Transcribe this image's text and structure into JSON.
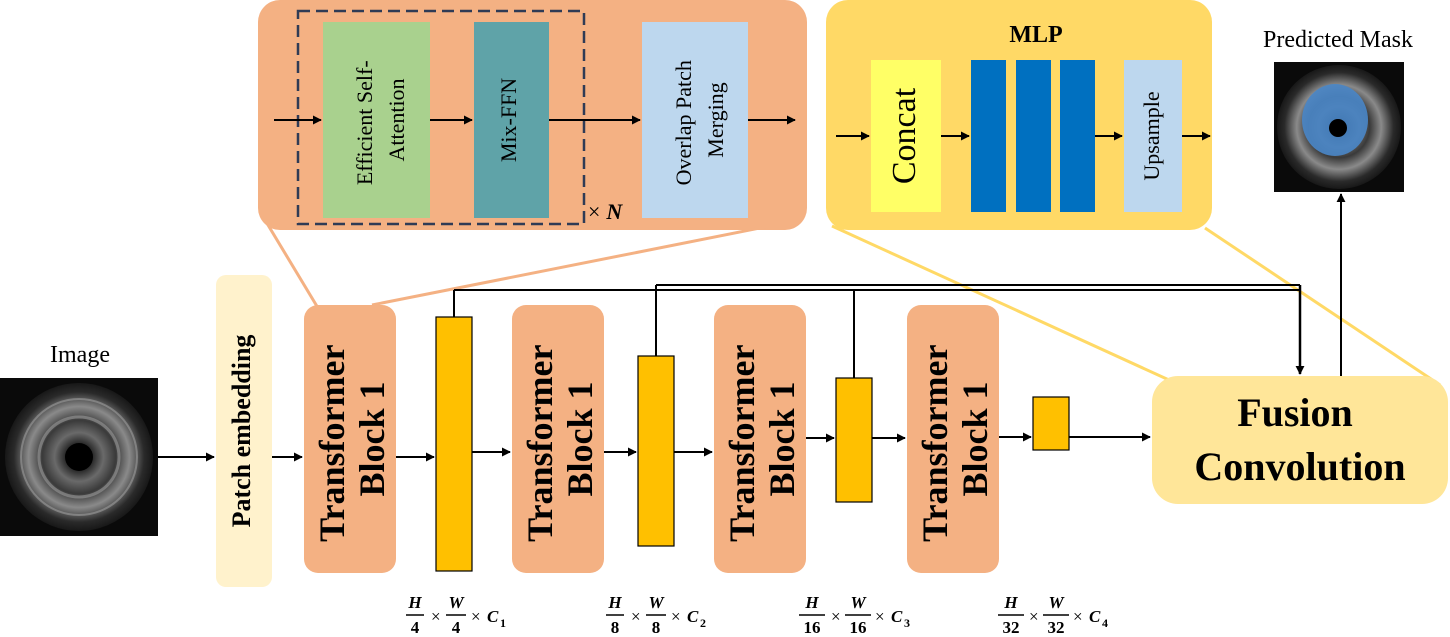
{
  "input": {
    "label": "Image"
  },
  "output": {
    "label": "Predicted Mask"
  },
  "patch_embedding": {
    "label": "Patch embedding"
  },
  "transformer_blocks": [
    {
      "line1": "Transformer",
      "line2": "Block 1"
    },
    {
      "line1": "Transformer",
      "line2": "Block 1"
    },
    {
      "line1": "Transformer",
      "line2": "Block 1"
    },
    {
      "line1": "Transformer",
      "line2": "Block 1"
    }
  ],
  "encoder_detail": {
    "attention_line1": "Efficient Self-",
    "attention_line2": "Attention",
    "mixffn": "Mix-FFN",
    "merge_line1": "Overlap Patch",
    "merge_line2": "Merging",
    "repeat_times": "×",
    "repeat_n": "N"
  },
  "mlp": {
    "title": "MLP",
    "concat": "Concat",
    "upsample": "Upsample"
  },
  "fusion": {
    "line1": "Fusion",
    "line2": "Convolution"
  },
  "feature_sizes": [
    {
      "h": "H",
      "w": "W",
      "den": "4",
      "c": "C",
      "sub": "1"
    },
    {
      "h": "H",
      "w": "W",
      "den": "8",
      "c": "C",
      "sub": "2"
    },
    {
      "h": "H",
      "w": "W",
      "den": "16",
      "c": "C",
      "sub": "3"
    },
    {
      "h": "H",
      "w": "W",
      "den": "32",
      "c": "C",
      "sub": "4"
    }
  ],
  "colors": {
    "salmon": "#F4B183",
    "salmon_border": "#EFA17A",
    "yellow_panel": "#FFD966",
    "light_yellow": "#FFF2CC",
    "fusion_fill": "#FFE699",
    "feature_bar": "#FFC000",
    "green": "#A9D18E",
    "teal": "#5FA3A8",
    "light_blue": "#BDD7EE",
    "concat": "#FFFF66",
    "mlp_bar": "#0070C0"
  }
}
